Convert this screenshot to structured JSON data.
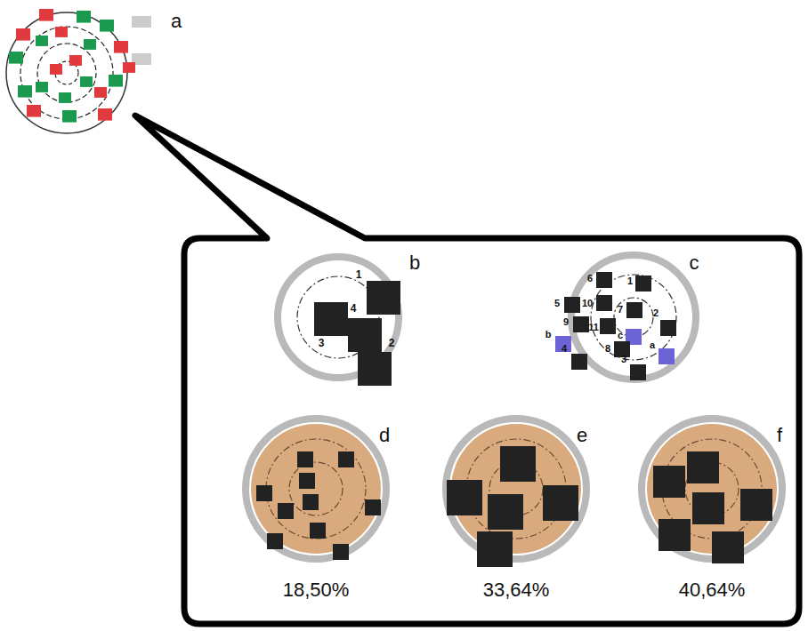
{
  "diagram": {
    "labels": [
      "a",
      "b",
      "c",
      "d",
      "e",
      "f",
      "18,50%",
      "33,64%",
      "40,64%",
      "1",
      "4",
      "3",
      "2",
      "6",
      "1",
      "5",
      "10",
      "7",
      "9",
      "11",
      "2",
      "c",
      "b",
      "a",
      "8",
      "4",
      "3"
    ]
  }
}
